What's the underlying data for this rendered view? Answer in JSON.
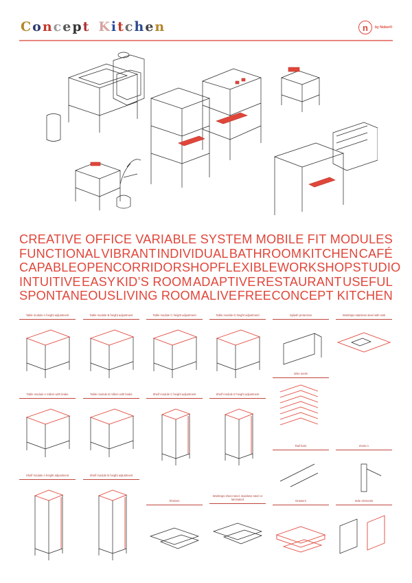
{
  "header": {
    "logo_text": "Concept Kitchen",
    "brand_mark": "n",
    "brand_text": "by Nober®"
  },
  "accent_color": "#e0463a",
  "keywords_lines": [
    [
      "CREATIVE",
      "OFFICE",
      "VARIABLE",
      "SYSTEM",
      "MOBILE",
      "FIT",
      "MODULES"
    ],
    [
      "FUNCTIONAL",
      "VIBRANT",
      "INDIVIDUAL",
      "BATHROOM",
      "KITCHEN",
      "CAFÉ"
    ],
    [
      "CAPABLE",
      "OPEN",
      "CORRIDOR",
      "SHOP",
      "FLEXIBLE",
      "WORKSHOP",
      "STUDIO"
    ],
    [
      "INTUITIVE",
      "EASY",
      "KID’S ROOM",
      "ADAPTIVE",
      "RESTAURANT",
      "USEFUL"
    ],
    [
      "SPONTANEOUS",
      "LIVING ROOM",
      "ALIVE",
      "FREE",
      "CONCEPT KITCHEN"
    ]
  ],
  "components": [
    "Table module A height adjustment",
    "Table module B height adjustment",
    "Table module C height adjustment",
    "Table module D height adjustment",
    "Splash protection",
    "Worktops stainless steel with sink",
    "Wire mesh",
    "Table module A rollers with brake",
    "Table module B rollers with brake",
    "Shelf module C height adjustment",
    "Shelf module D height adjustment",
    "Rail bars",
    "Zenta 1",
    "Shelf module A height adjustment",
    "Shelf module B height adjustment",
    "Shelves",
    "Worktops sheet steel, stainless steel or laminated",
    "Drawers",
    "Side elements"
  ]
}
